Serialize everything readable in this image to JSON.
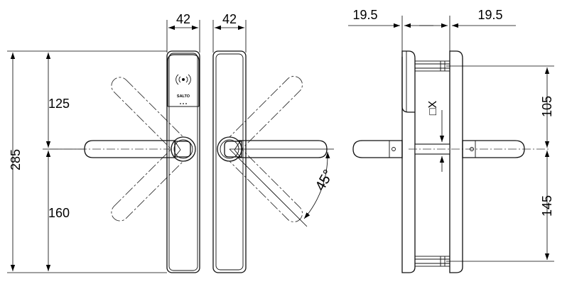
{
  "dimensions": {
    "width_left_front": "42",
    "width_left_back": "42",
    "side_offset_left": "19.5",
    "side_offset_right": "19.5",
    "total_height": "285",
    "upper_height": "125",
    "lower_height": "160",
    "side_upper": "105",
    "side_lower": "145",
    "rotation_angle": "45°",
    "spindle_label": "□X"
  },
  "device": {
    "brand_text": "SALTO"
  },
  "icons": {
    "rfid": "contactless-icon"
  }
}
